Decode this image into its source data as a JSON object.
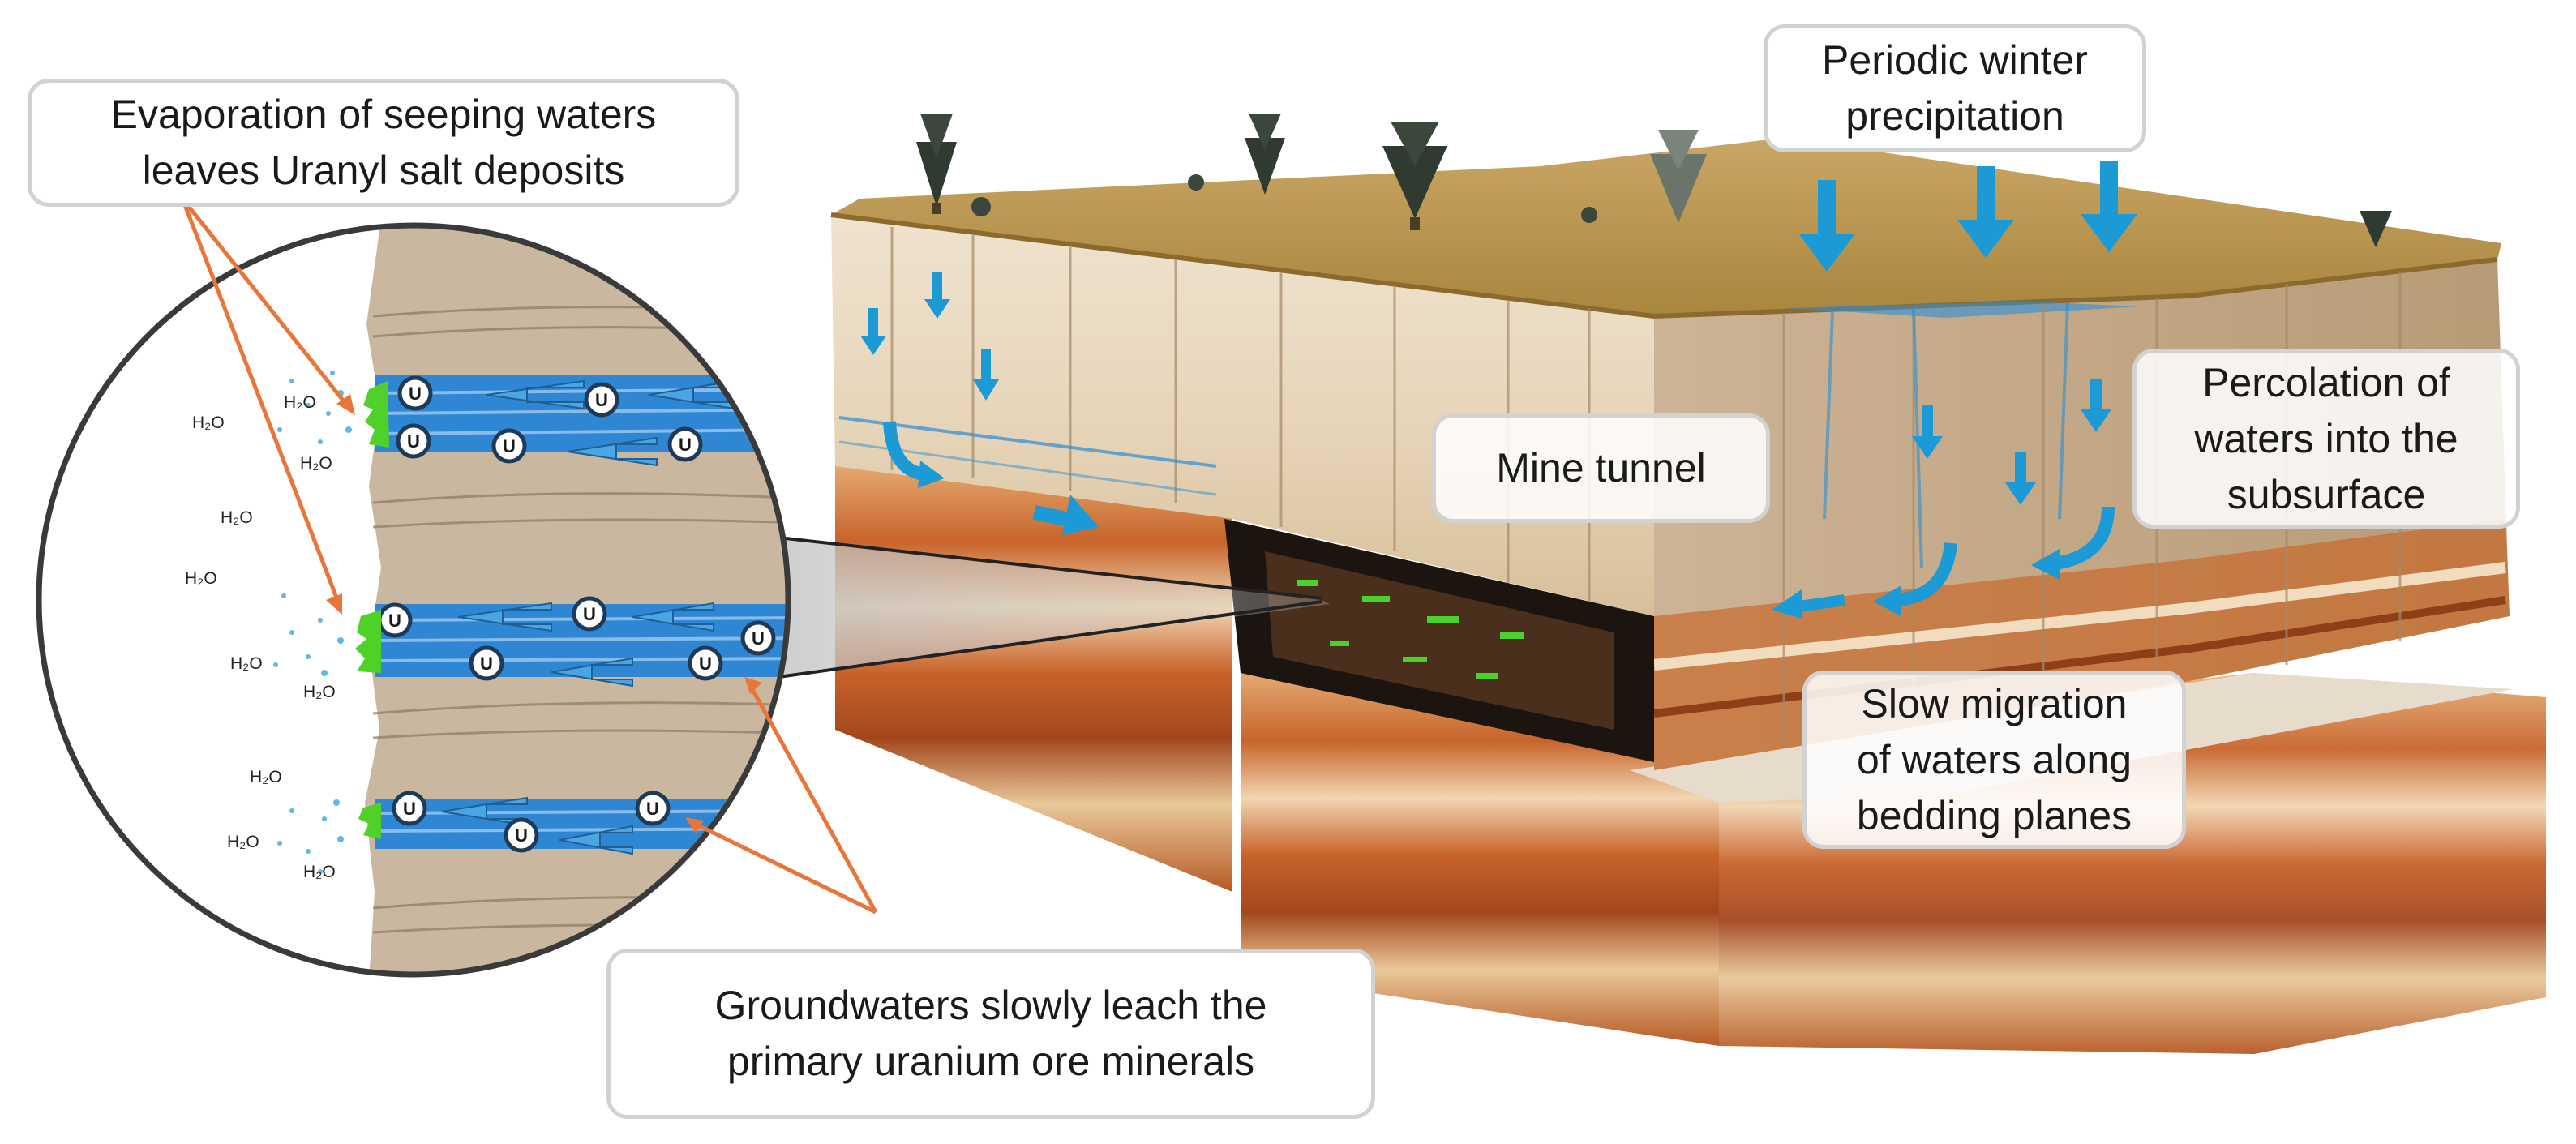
{
  "callouts": {
    "evaporation": {
      "line1": "Evaporation of seeping waters",
      "line2": "leaves Uranyl salt deposits"
    },
    "precipitation": {
      "line1": "Periodic winter",
      "line2": "precipitation"
    },
    "mine_tunnel": {
      "line1": "Mine tunnel"
    },
    "percolation": {
      "line1": "Percolation of",
      "line2": "waters into the",
      "line3": "subsurface"
    },
    "migration": {
      "line1": "Slow migration",
      "line2": "of waters along",
      "line3": "bedding planes"
    },
    "groundwaters": {
      "line1": "Groundwaters slowly leach the",
      "line2": "primary uranium ore minerals"
    }
  },
  "inset": {
    "water_label": "H₂O",
    "uranium_symbol": "U"
  },
  "colors": {
    "water_arrow": "#1b9ad6",
    "pointer_line": "#e8763a",
    "uranyl_salt": "#4fd12a",
    "rock_tan": "#c8b79f",
    "soil": "#b89a55",
    "strata_orange": "#c96a2a"
  }
}
